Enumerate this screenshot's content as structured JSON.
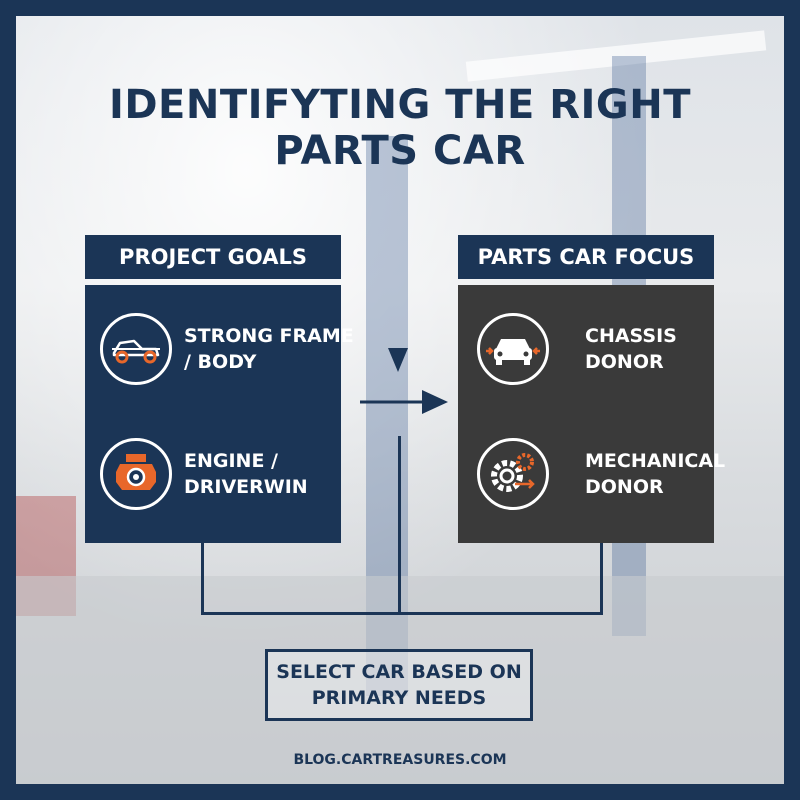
{
  "title": "IDENTIFYTING THE RIGHT\nPARTS CAR",
  "left_panel": {
    "header": "PROJECT GOALS",
    "items": [
      {
        "label": "STRONG FRAME\n/ BODY",
        "icon": "car-frame-icon"
      },
      {
        "label": "ENGINE /\nDRIVERWIN",
        "icon": "engine-icon"
      }
    ]
  },
  "right_panel": {
    "header": "PARTS CAR FOCUS",
    "items": [
      {
        "label": "CHASSIS\nDONOR",
        "icon": "car-front-icon"
      },
      {
        "label": "MECHANICAL\nDONOR",
        "icon": "gears-icon"
      }
    ]
  },
  "result": "SELECT CAR BASED ON\nPRIMARY NEEDS",
  "footer": "BLOG.CARTREASURES.COM",
  "colors": {
    "navy": "#1b3556",
    "dark_gray": "#3a3a3a",
    "accent_orange": "#e8672a",
    "white": "#ffffff"
  }
}
